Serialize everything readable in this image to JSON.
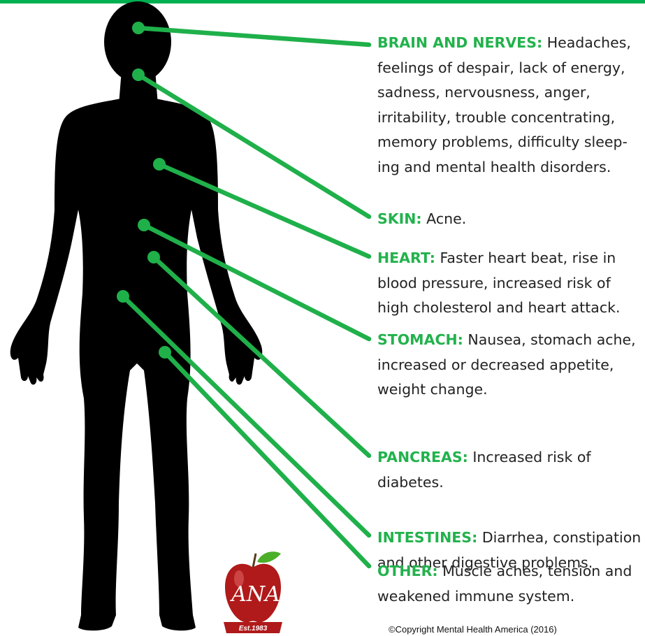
{
  "items": [
    {
      "label": "BRAIN AND NERVES:",
      "text": "Headaches, feelings of despair, lack of energy, sadness, nervousness, anger, irritability, trouble concentrating, memory problems, difficulty sleep-ing and mental health disorders."
    },
    {
      "label": "SKIN:",
      "text": "Acne."
    },
    {
      "label": "HEART:",
      "text": "Faster heart beat, rise in blood pressure, increased risk of high cholesterol and heart attack."
    },
    {
      "label": "STOMACH:",
      "text": "Nausea, stomach ache, increased or decreased appetite, weight change."
    },
    {
      "label": "PANCREAS:",
      "text": "Increased risk of diabetes."
    },
    {
      "label": "INTESTINES:",
      "text": "Diarrhea, constipation and other digestive problems."
    },
    {
      "label": "OTHER:",
      "text": "Muscle aches, tension and weakened immune system."
    }
  ],
  "logo": {
    "letters": "ANA",
    "established": "Est.1983"
  },
  "copyright": "©Copyright Mental Health America (2016)",
  "colors": {
    "accent": "#22b24c",
    "line": "#1fb04a",
    "silhouette": "#000000",
    "apple": "#b01a1a"
  }
}
